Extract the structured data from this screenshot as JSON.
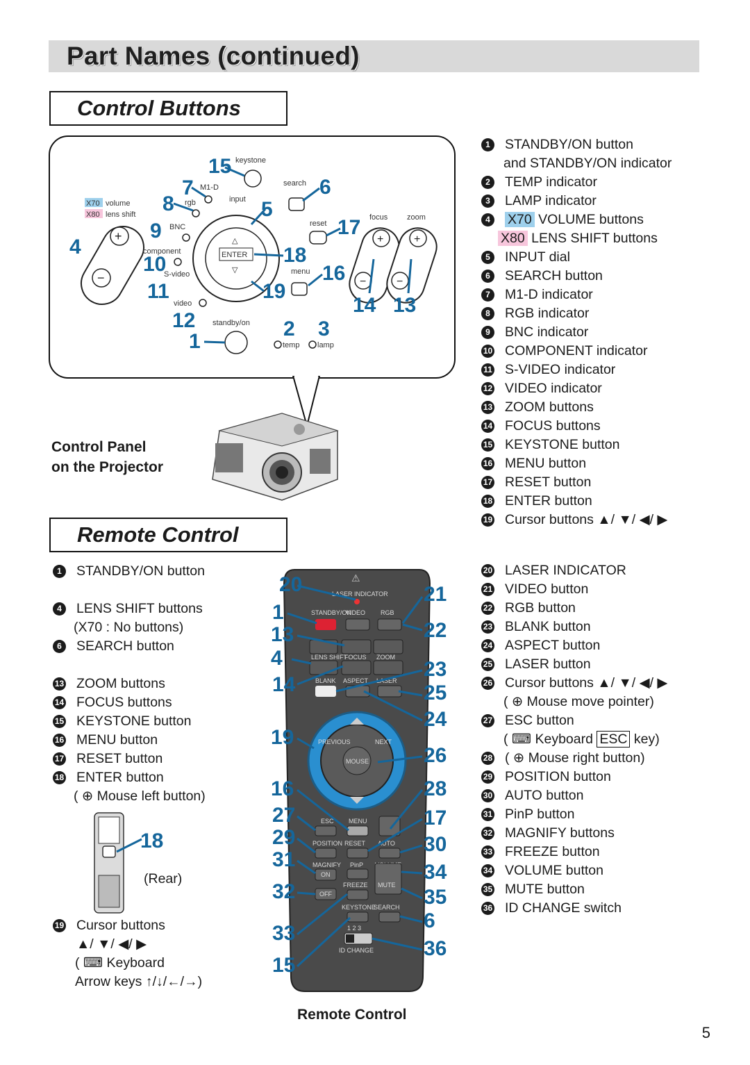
{
  "page": {
    "title": "Part Names (continued)",
    "page_number": "5"
  },
  "control_buttons": {
    "heading": "Control Buttons",
    "caption_line1": "Control Panel",
    "caption_line2": "on the Projector",
    "panel_labels": {
      "x70": "X70",
      "volume": "volume",
      "x80": "X80",
      "lens_shift": "lens shift",
      "keystone": "keystone",
      "m1d": "M1-D",
      "search": "search",
      "rgb": "rgb",
      "input": "input",
      "bnc": "BNC",
      "reset": "reset",
      "focus": "focus",
      "zoom": "zoom",
      "component": "component",
      "enter": "ENTER",
      "svideo": "S-video",
      "menu": "menu",
      "video": "video",
      "standby_on": "standby/on",
      "temp": "temp",
      "lamp": "lamp"
    },
    "items": [
      {
        "n": "1",
        "text": "STANDBY/ON button",
        "cont": "and STANDBY/ON indicator"
      },
      {
        "n": "2",
        "text": "TEMP indicator"
      },
      {
        "n": "3",
        "text": "LAMP indicator"
      },
      {
        "n": "4",
        "tag": "X70",
        "text": "VOLUME buttons",
        "tag2": "X80",
        "text2": "LENS SHIFT buttons"
      },
      {
        "n": "5",
        "text": "INPUT dial"
      },
      {
        "n": "6",
        "text": "SEARCH button"
      },
      {
        "n": "7",
        "text": "M1-D indicator"
      },
      {
        "n": "8",
        "text": "RGB indicator"
      },
      {
        "n": "9",
        "text": "BNC indicator"
      },
      {
        "n": "10",
        "text": "COMPONENT indicator"
      },
      {
        "n": "11",
        "text": "S-VIDEO indicator"
      },
      {
        "n": "12",
        "text": "VIDEO indicator"
      },
      {
        "n": "13",
        "text": "ZOOM buttons"
      },
      {
        "n": "14",
        "text": "FOCUS buttons"
      },
      {
        "n": "15",
        "text": "KEYSTONE button"
      },
      {
        "n": "16",
        "text": "MENU button"
      },
      {
        "n": "17",
        "text": "RESET button"
      },
      {
        "n": "18",
        "text": "ENTER button"
      },
      {
        "n": "19",
        "text": "Cursor buttons ▲/ ▼/ ◀/ ▶"
      }
    ]
  },
  "remote_control": {
    "heading": "Remote Control",
    "caption": "Remote Control",
    "rear_label": "(Rear)",
    "remote_labels": {
      "laser_indicator": "LASER INDICATOR",
      "standby_on": "STANDBY/ON",
      "video": "VIDEO",
      "rgb": "RGB",
      "lens_shift": "LENS SHIFT",
      "focus": "FOCUS",
      "zoom": "ZOOM",
      "blank": "BLANK",
      "aspect": "ASPECT",
      "laser": "LASER",
      "previous": "PREVIOUS",
      "next": "NEXT",
      "mouse": "MOUSE",
      "esc": "ESC",
      "menu": "MENU",
      "position": "POSITION",
      "reset": "RESET",
      "auto": "AUTO",
      "magnify": "MAGNIFY",
      "pinp": "PinP",
      "volume": "VOLUME",
      "on": "ON",
      "freeze": "FREEZE",
      "mute": "MUTE",
      "off": "OFF",
      "keystone": "KEYSTONE",
      "search": "SEARCH",
      "id_numbers": "1  2  3",
      "id_change": "ID CHANGE"
    },
    "left_items": [
      {
        "n": "1",
        "text": "STANDBY/ON button"
      },
      {
        "n": "4",
        "text": "LENS SHIFT buttons",
        "cont": "(X70 : No buttons)"
      },
      {
        "n": "6",
        "text": "SEARCH button"
      },
      {
        "n": "13",
        "text": "ZOOM buttons"
      },
      {
        "n": "14",
        "text": "FOCUS buttons"
      },
      {
        "n": "15",
        "text": "KEYSTONE button"
      },
      {
        "n": "16",
        "text": "MENU button"
      },
      {
        "n": "17",
        "text": "RESET button"
      },
      {
        "n": "18",
        "text": "ENTER button",
        "cont": "( ⊕ Mouse left button)"
      }
    ],
    "cursor_item": {
      "n": "19",
      "text": "Cursor buttons",
      "line2": "▲/ ▼/ ◀/ ▶",
      "line3": "( ⌨ Keyboard",
      "line4": "Arrow keys ↑/↓/←/→)"
    },
    "right_items": [
      {
        "n": "20",
        "text": "LASER INDICATOR"
      },
      {
        "n": "21",
        "text": "VIDEO button"
      },
      {
        "n": "22",
        "text": "RGB button"
      },
      {
        "n": "23",
        "text": "BLANK button"
      },
      {
        "n": "24",
        "text": "ASPECT button"
      },
      {
        "n": "25",
        "text": "LASER button"
      },
      {
        "n": "26",
        "text": "Cursor buttons ▲/ ▼/ ◀/ ▶",
        "cont": "( ⊕ Mouse move pointer)"
      },
      {
        "n": "27",
        "text": "ESC button",
        "cont_pre": "( ⌨ Keyboard ",
        "cont_key": "ESC",
        "cont_post": " key)"
      },
      {
        "n": "28",
        "text": "( ⊕ Mouse right button)"
      },
      {
        "n": "29",
        "text": "POSITION button"
      },
      {
        "n": "30",
        "text": "AUTO button"
      },
      {
        "n": "31",
        "text": "PinP button"
      },
      {
        "n": "32",
        "text": "MAGNIFY buttons"
      },
      {
        "n": "33",
        "text": "FREEZE button"
      },
      {
        "n": "34",
        "text": "VOLUME button"
      },
      {
        "n": "35",
        "text": "MUTE button"
      },
      {
        "n": "36",
        "text": "ID CHANGE switch"
      }
    ]
  }
}
